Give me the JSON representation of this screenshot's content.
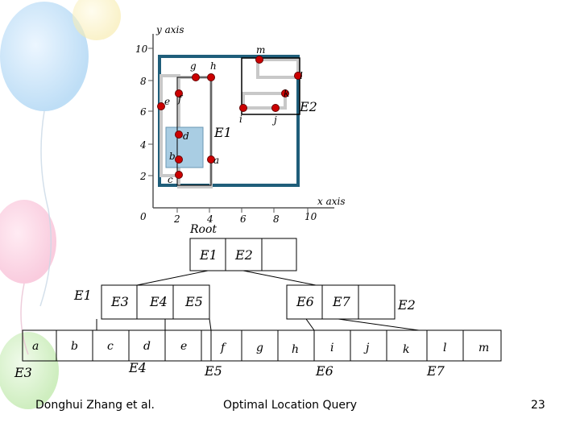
{
  "axes": {
    "y_label": "y axis",
    "x_label": "x axis",
    "y_ticks": [
      "10",
      "8",
      "6",
      "4",
      "2",
      "0"
    ],
    "x_ticks": [
      "2",
      "4",
      "6",
      "8",
      "10"
    ]
  },
  "points": [
    "a",
    "b",
    "c",
    "d",
    "e",
    "f",
    "g",
    "h",
    "i",
    "j",
    "k",
    "l",
    "m"
  ],
  "regions": {
    "E1": "E1",
    "E2": "E2"
  },
  "tree": {
    "root_label": "Root",
    "root_cells": [
      "E1",
      "E2",
      ""
    ],
    "e1_cells": [
      "E3",
      "E4",
      "E5"
    ],
    "e1_ref": "E1",
    "e2_cells": [
      "E6",
      "E7",
      ""
    ],
    "e2_ref": "E2",
    "leaves": [
      {
        "name": "E3",
        "cells": [
          "a",
          "b",
          "c"
        ]
      },
      {
        "name": "E4",
        "cells": [
          "d",
          "e"
        ]
      },
      {
        "name": "E5",
        "cells": [
          "f",
          "g",
          "h"
        ]
      },
      {
        "name": "E6",
        "cells": [
          "i",
          "j",
          "k"
        ]
      },
      {
        "name": "E7",
        "cells": [
          "l",
          "m"
        ]
      }
    ]
  },
  "colors": {
    "mbr_blue": "#1f5e7a",
    "mbr_gray": "#c8c8c8",
    "point_red": "#cc0000",
    "e1_fill": "#a9cde3"
  },
  "footer": {
    "author": "Donghui Zhang et al.",
    "title": "Optimal Location Query",
    "page": "23"
  }
}
